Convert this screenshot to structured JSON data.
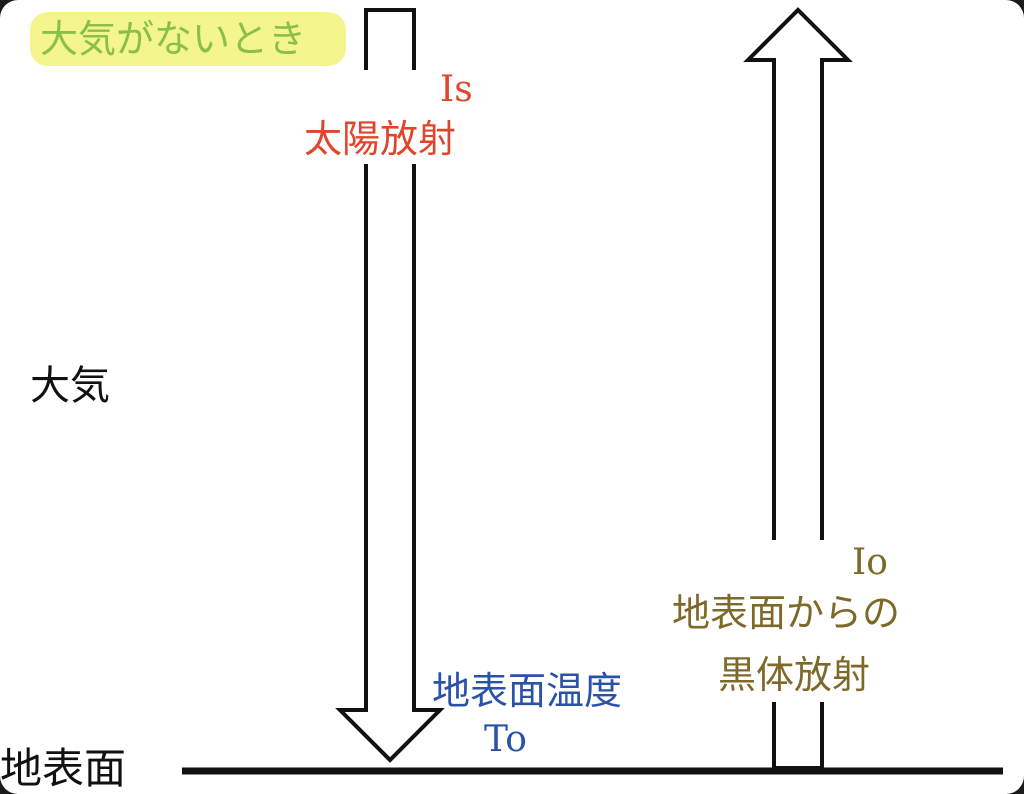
{
  "header_badge": {
    "text": "大気がないとき",
    "color": "#f4f58c"
  },
  "layers": {
    "atmosphere": "大気",
    "ground": "地表面"
  },
  "arrows": {
    "solar": {
      "symbol": "Is",
      "label": "太陽放射",
      "color": "#e0452b",
      "direction": "down"
    },
    "blackbody": {
      "symbol": "Io",
      "label_line1": "地表面からの",
      "label_line2": "黒体放射",
      "color": "#7d6a2a",
      "direction": "up"
    }
  },
  "surface_temperature": {
    "label": "地表面温度",
    "symbol": "To",
    "color": "#2a52a8"
  }
}
